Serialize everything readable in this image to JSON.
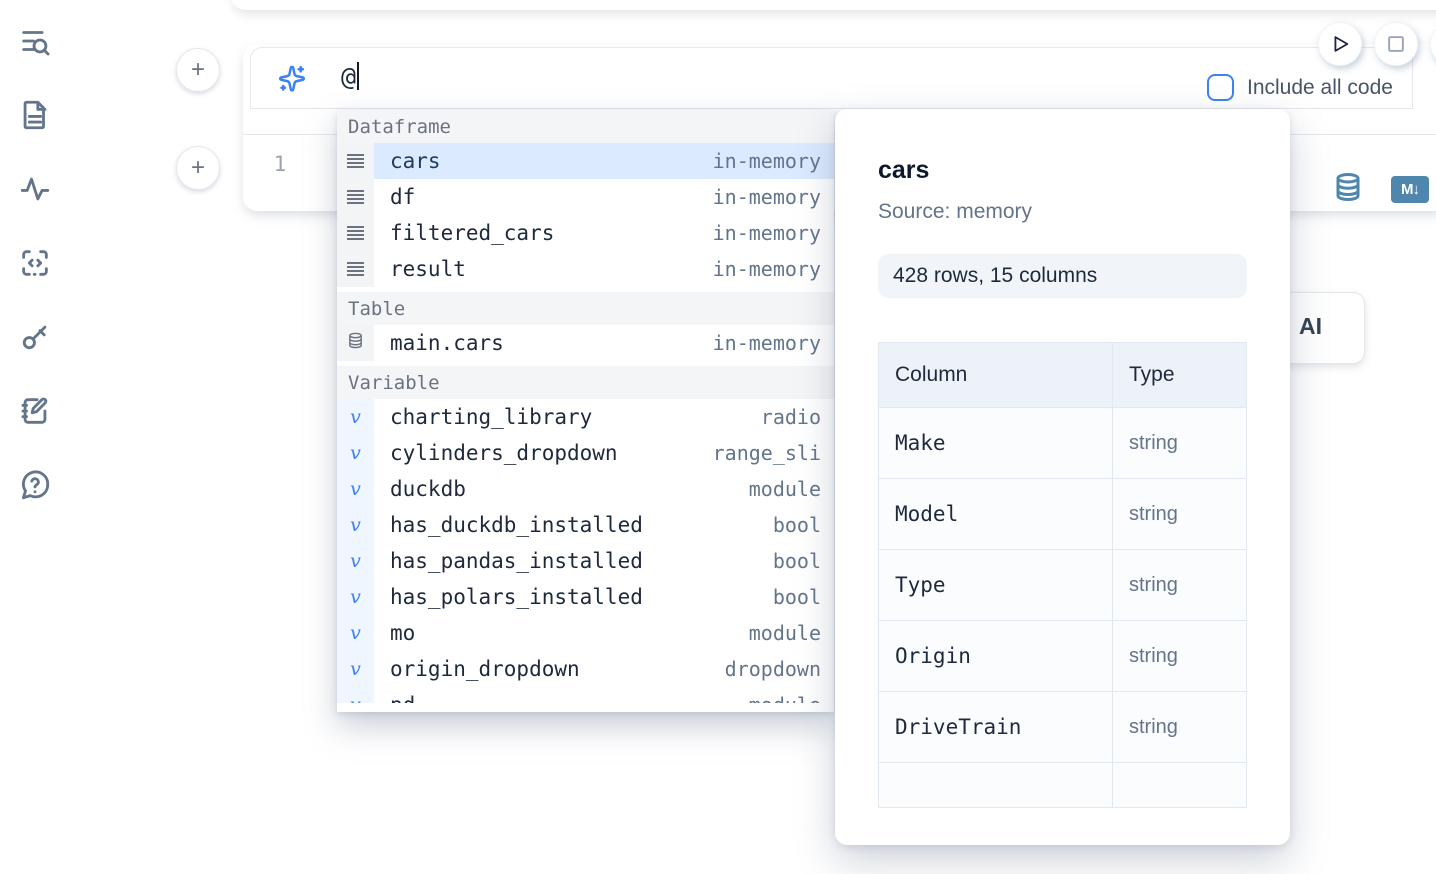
{
  "sidebar": {
    "icons": [
      "list-search-icon",
      "file-text-icon",
      "activity-icon",
      "code-block-icon",
      "key-icon",
      "notebook-pen-icon",
      "help-chat-icon"
    ]
  },
  "run_controls": {
    "play_icon": "play-icon",
    "stop_icon": "stop-icon"
  },
  "toolbar": {
    "include_all_code_label": "Include all code",
    "checkbox_checked": false
  },
  "ai_input": {
    "value": "@",
    "icon": "sparkles-icon"
  },
  "editor": {
    "line_number": "1"
  },
  "cell_actions": {
    "database_icon": "database-icon",
    "markdown_badge": "M↓"
  },
  "ai_button": {
    "label": "AI"
  },
  "autocomplete": {
    "sections": [
      {
        "label": "Dataframe",
        "icon": "dataframe-icon",
        "css": "sec-df",
        "items": [
          {
            "name": "cars",
            "type": "in-memory",
            "selected": true
          },
          {
            "name": "df",
            "type": "in-memory"
          },
          {
            "name": "filtered_cars",
            "type": "in-memory"
          },
          {
            "name": "result",
            "type": "in-memory"
          }
        ]
      },
      {
        "label": "Table",
        "icon": "database-icon",
        "css": "sec-table",
        "items": [
          {
            "name": "main.cars",
            "type": "in-memory"
          }
        ]
      },
      {
        "label": "Variable",
        "icon": "variable-icon",
        "css": "sec-var",
        "items": [
          {
            "name": "charting_library",
            "type": "radio"
          },
          {
            "name": "cylinders_dropdown",
            "type": "range_sli"
          },
          {
            "name": "duckdb",
            "type": "module"
          },
          {
            "name": "has_duckdb_installed",
            "type": "bool"
          },
          {
            "name": "has_pandas_installed",
            "type": "bool"
          },
          {
            "name": "has_polars_installed",
            "type": "bool"
          },
          {
            "name": "mo",
            "type": "module"
          },
          {
            "name": "origin_dropdown",
            "type": "dropdown"
          },
          {
            "name": "pd",
            "type": "module",
            "clipped": true
          }
        ]
      }
    ]
  },
  "popup": {
    "title": "cars",
    "source": "Source: memory",
    "shape": "428 rows, 15 columns",
    "table": {
      "headers": [
        "Column",
        "Type"
      ],
      "rows": [
        {
          "column": "Make",
          "type": "string"
        },
        {
          "column": "Model",
          "type": "string"
        },
        {
          "column": "Type",
          "type": "string"
        },
        {
          "column": "Origin",
          "type": "string"
        },
        {
          "column": "DriveTrain",
          "type": "string"
        }
      ]
    }
  },
  "colors": {
    "accent_blue": "#3b82f6",
    "selected_row_bg": "#dbeafe",
    "steel_blue": "#4f86ad",
    "text_dark": "#1e293b",
    "text_muted": "#64748b"
  }
}
